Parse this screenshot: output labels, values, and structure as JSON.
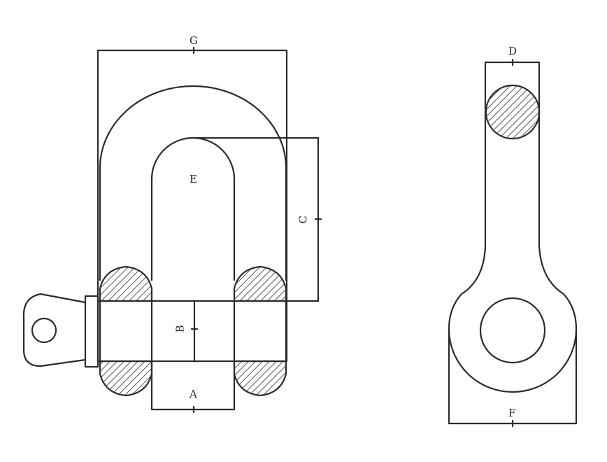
{
  "diagram": {
    "labels": {
      "G": "G",
      "E": "E",
      "C": "C",
      "B": "B",
      "A": "A",
      "D": "D",
      "F": "F"
    },
    "colors": {
      "stroke": "#2b2b2b",
      "background": "#ffffff"
    }
  }
}
